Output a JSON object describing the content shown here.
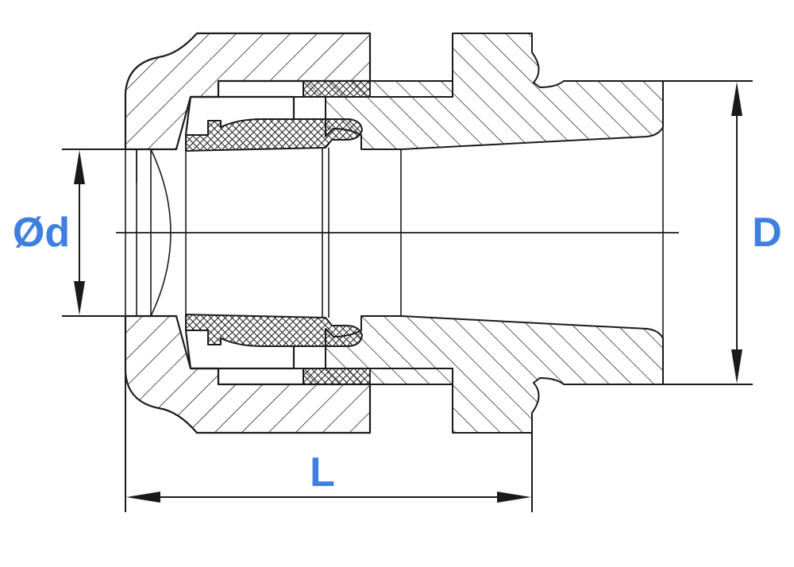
{
  "dimensions": {
    "inner_diameter_label": "Ød",
    "outer_diameter_label": "D",
    "length_label": "L"
  },
  "colors": {
    "label": "#3f7fe0",
    "line": "#1a1a1a"
  }
}
